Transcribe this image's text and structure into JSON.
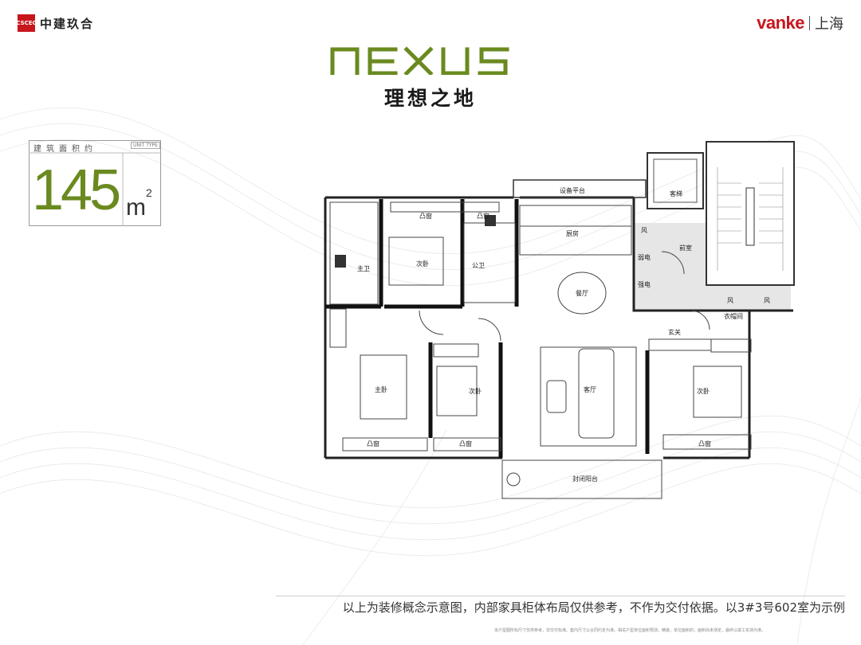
{
  "header": {
    "developer_logo_text": "中建玖合",
    "developer_mark": "CSCEC",
    "brand": "vanke",
    "city": "上海"
  },
  "project": {
    "name": "NEXUS",
    "subtitle": "理想之地"
  },
  "area": {
    "label": "建筑面积约",
    "unit_type": "UNIT TYPE",
    "value": "145",
    "unit": "m"
  },
  "rooms": {
    "equipment_platform": "设备平台",
    "bay_window_1": "凸窗",
    "bay_window_2": "凸窗",
    "bay_window_3": "凸窗",
    "bay_window_4": "凸窗",
    "bay_window_5": "凸窗",
    "master_bath": "主卫",
    "second_bed_1": "次卧",
    "public_bath": "公卫",
    "kitchen": "厨房",
    "dining": "餐厅",
    "elevator": "客梯",
    "lobby": "前室",
    "wind_1": "风",
    "wind_2": "风",
    "wind_3": "风",
    "weak_elec": "弱电",
    "strong_elec": "强电",
    "entrance": "玄关",
    "wardrobe": "衣帽间",
    "master_bed": "主卧",
    "second_bed_2": "次卧",
    "living": "客厅",
    "second_bed_3": "次卧",
    "balcony": "封闭阳台"
  },
  "footer": {
    "note": "以上为装修概念示意图，内部家具柜体布局仅供参考，不作为交付依据。以3#3号602室为示例",
    "fine_print": "本户型图所标尺寸仅供参考，非交付标准。套内尺寸以合同约定为准。相关户型单位面积预测，精装，单位面积的，面积尚未测定，最终以竣工实测为准。"
  }
}
